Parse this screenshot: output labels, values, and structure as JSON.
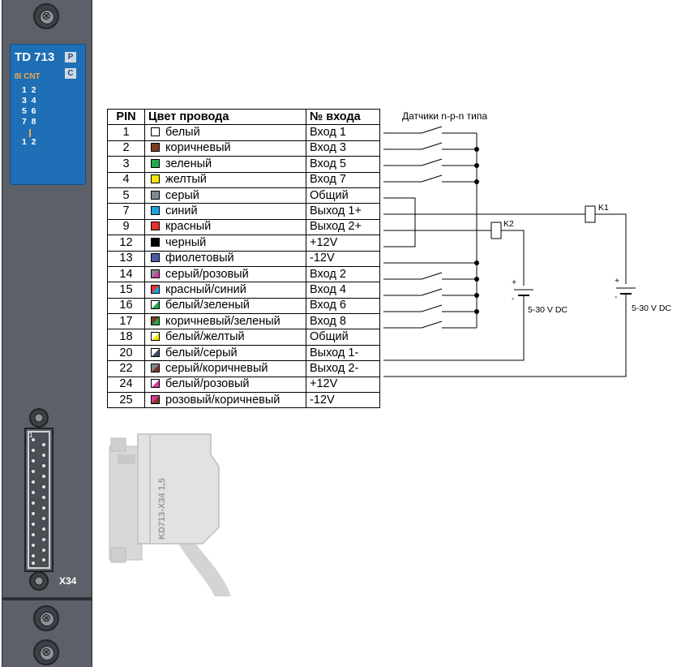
{
  "module": {
    "model": "TD 713",
    "badge_p": "P",
    "badge_c": "C",
    "subtitle": "8I CNT",
    "led_rows": [
      "1  2",
      "3  4",
      "5  6",
      "7  8"
    ],
    "led_row_bottom": "1  2",
    "connector_label": "X34",
    "connector_pin": "1"
  },
  "table": {
    "headers": [
      "PIN",
      "Цвет провода",
      "№ входа"
    ],
    "rows": [
      {
        "pin": "1",
        "color": "белый",
        "sw": [
          "#ffffff"
        ],
        "input": "Вход 1"
      },
      {
        "pin": "2",
        "color": "коричневый",
        "sw": [
          "#7a3b22"
        ],
        "input": "Вход 3"
      },
      {
        "pin": "3",
        "color": "зеленый",
        "sw": [
          "#22a84a"
        ],
        "input": "Вход 5"
      },
      {
        "pin": "4",
        "color": "желтый",
        "sw": [
          "#f2e500"
        ],
        "input": "Вход 7"
      },
      {
        "pin": "5",
        "color": "серый",
        "sw": [
          "#808890"
        ],
        "input": "Общий"
      },
      {
        "pin": "7",
        "color": "синий",
        "sw": [
          "#1fa3e0"
        ],
        "input": "Выход 1+"
      },
      {
        "pin": "9",
        "color": "красный",
        "sw": [
          "#e8302a"
        ],
        "input": "Выход 2+"
      },
      {
        "pin": "12",
        "color": "черный",
        "sw": [
          "#000000"
        ],
        "input": "+12V"
      },
      {
        "pin": "13",
        "color": "фиолетовый",
        "sw": [
          "#4a5aa8"
        ],
        "input": "-12V"
      },
      {
        "pin": "14",
        "color": "серый/розовый",
        "sw": [
          "#808890",
          "#d63a9a"
        ],
        "input": "Вход 2"
      },
      {
        "pin": "15",
        "color": "красный/синий",
        "sw": [
          "#e8302a",
          "#1fa3e0"
        ],
        "input": "Вход 4"
      },
      {
        "pin": "16",
        "color": "белый/зеленый",
        "sw": [
          "#ffffff",
          "#22a84a"
        ],
        "input": "Вход 6"
      },
      {
        "pin": "17",
        "color": "коричневый/зеленый",
        "sw": [
          "#7a3b22",
          "#22a84a"
        ],
        "input": "Вход 8"
      },
      {
        "pin": "18",
        "color": "белый/желтый",
        "sw": [
          "#ffffff",
          "#f2e500"
        ],
        "input": "Общий"
      },
      {
        "pin": "20",
        "color": "белый/серый",
        "sw": [
          "#ffffff",
          "#44506a"
        ],
        "input": "Выход 1-"
      },
      {
        "pin": "22",
        "color": "серый/коричневый",
        "sw": [
          "#808890",
          "#7a3b22"
        ],
        "input": "Выход 2-"
      },
      {
        "pin": "24",
        "color": "белый/розовый",
        "sw": [
          "#ffffff",
          "#d63a9a"
        ],
        "input": "+12V"
      },
      {
        "pin": "25",
        "color": "розовый/коричневый",
        "sw": [
          "#d63a9a",
          "#7a3b22"
        ],
        "input": "-12V"
      }
    ]
  },
  "schematic": {
    "sensor_title": "Датчики n-p-n типа",
    "relay_k1": "K1",
    "relay_k2": "K2",
    "supply_k2": "5-30 V DC",
    "supply_k1": "5-30 V DC",
    "plus": "+",
    "minus": "-"
  },
  "plug_label": "KD713-X34 1,5",
  "colors": {
    "module_gray": "#5c6068",
    "label_blue": "#1e6fb5",
    "led_orange": "#f3a74a"
  }
}
